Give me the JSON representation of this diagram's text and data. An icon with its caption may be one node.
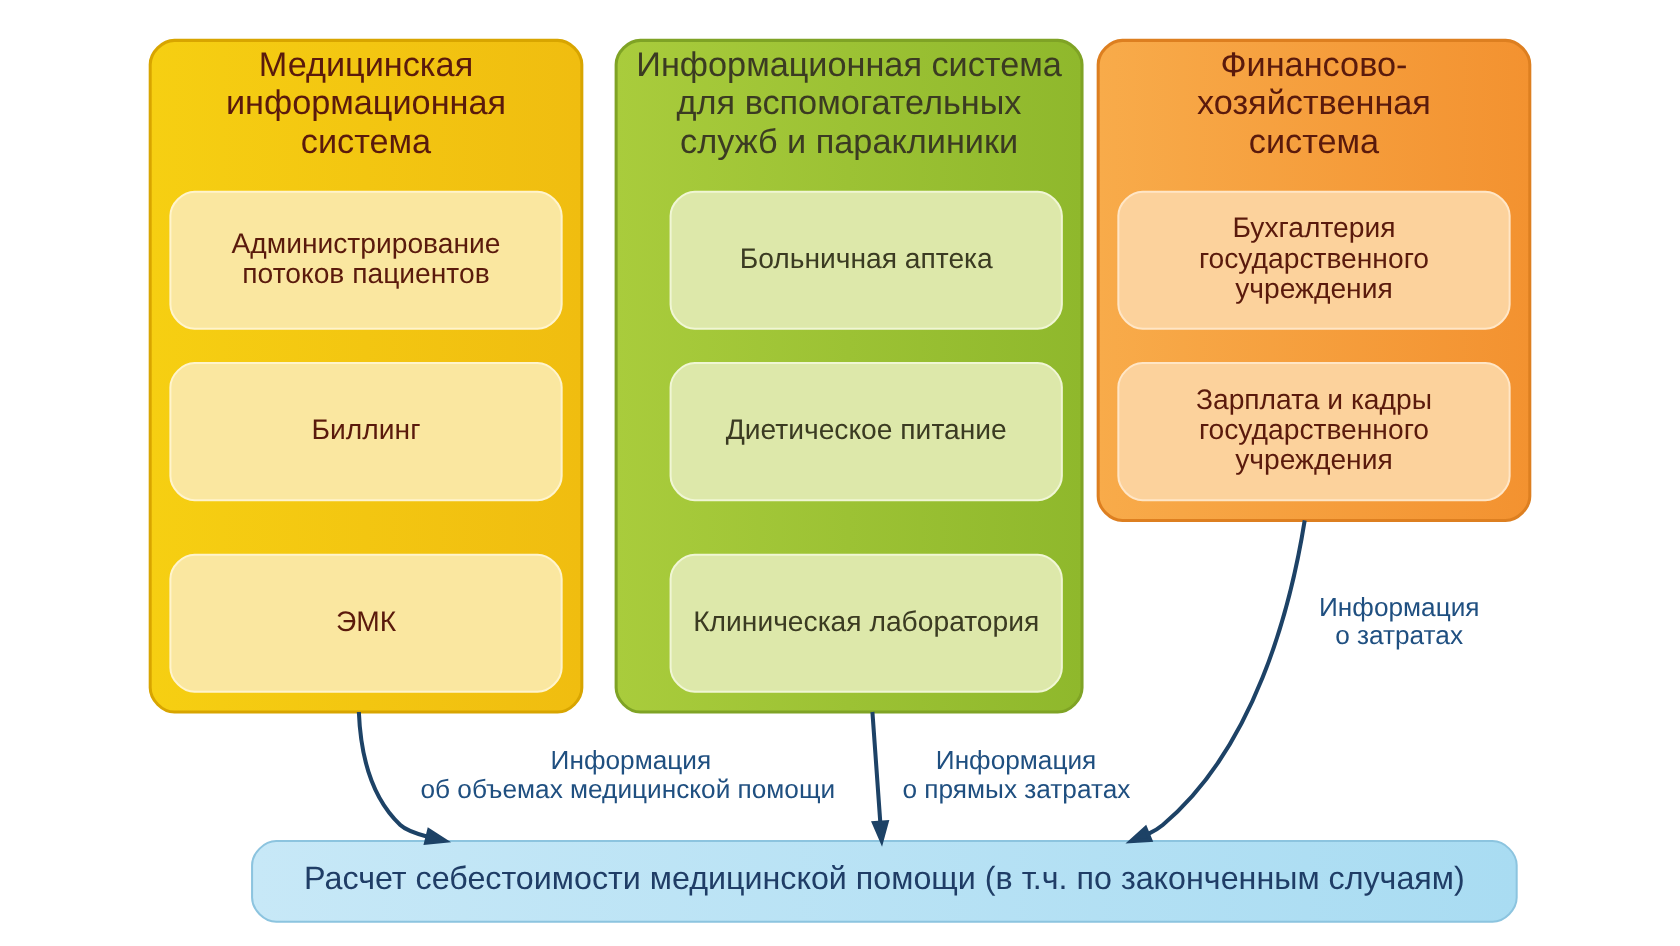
{
  "diagram": {
    "nodes": [
      {
        "text": [
          "Медицинская информационная система"
        ]
      },
      {
        "text": [
          "Администрирование потоков пациентов"
        ],
        "in": 0
      },
      {
        "text": [
          "Биллинг"
        ],
        "in": 0
      },
      {
        "text": [
          "ЭМК"
        ],
        "in": 0
      },
      {
        "text": [
          "Информационная система для вспомогательных служб и параклиники"
        ]
      },
      {
        "text": [
          "Больничная аптека"
        ],
        "in": 4
      },
      {
        "text": [
          "Диетическое питание"
        ],
        "in": 4
      },
      {
        "text": [
          "Клиническая лаборатория"
        ],
        "in": 4
      },
      {
        "text": [
          "Финансово-хозяйственная система"
        ]
      },
      {
        "text": [
          "Бухгалтерия государственного учреждения"
        ],
        "in": 8
      },
      {
        "text": [
          "Зарплата и кадры государственного учреждения"
        ],
        "in": 8
      },
      {
        "text": [
          "Расчет себестоимости медицинской помощи (в т.ч. по законченным случаям)"
        ]
      }
    ],
    "edges": [
      {
        "from": 0,
        "to": 11,
        "arrow": "to",
        "label": "Информация об объемах медицинской помощи"
      },
      {
        "from": 4,
        "to": 11,
        "arrow": "to",
        "label": "Информация о прямых затратах"
      },
      {
        "from": 8,
        "to": 11,
        "arrow": "to",
        "label": "Информация о затратах"
      }
    ]
  }
}
